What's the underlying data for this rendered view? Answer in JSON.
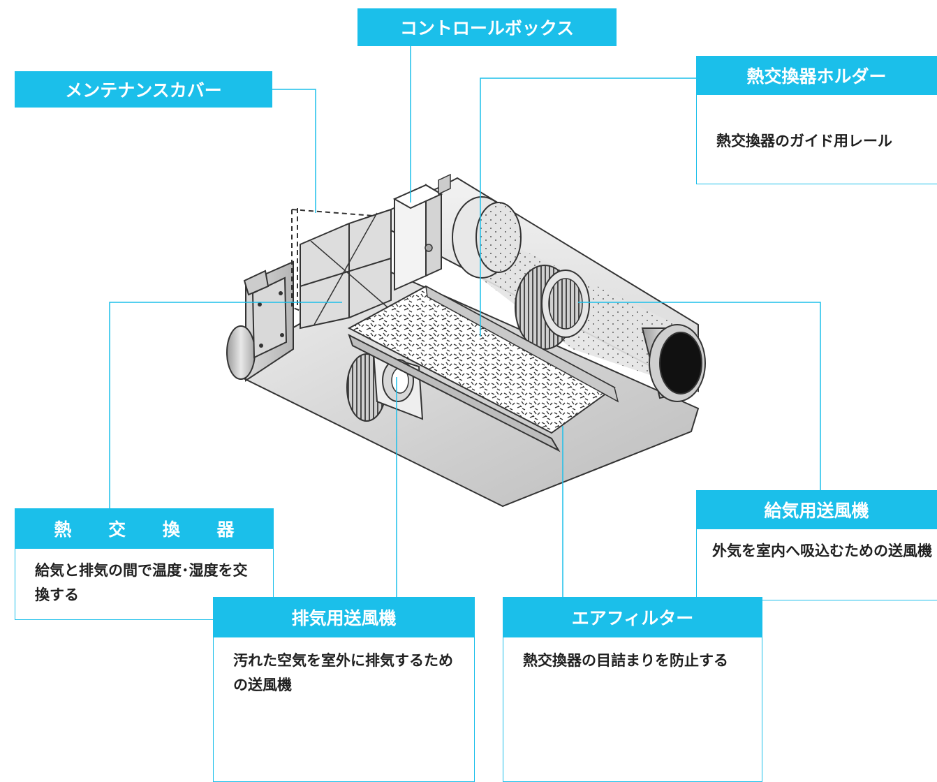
{
  "colors": {
    "accent": "#1bbfea",
    "title_text": "#ffffff",
    "desc_text": "#1f1f1f"
  },
  "labels": {
    "control_box": {
      "title": "コントロールボックス"
    },
    "maintenance_cover": {
      "title": "メンテナンスカバー"
    },
    "hx_holder": {
      "title": "熱交換器ホルダー",
      "desc": "熱交換器のガイド用レール"
    },
    "heat_exchanger": {
      "title": "熱 交 換 器",
      "desc": "給気と排気の間で温度･湿度を交換する"
    },
    "supply_fan": {
      "title": "給気用送風機",
      "desc": "外気を室内へ吸込むための送風機"
    },
    "exhaust_fan": {
      "title": "排気用送風機",
      "desc": "汚れた空気を室外に排気するための送風機"
    },
    "air_filter": {
      "title": "エアフィルター",
      "desc": "熱交換器の目詰まりを防止する"
    }
  }
}
